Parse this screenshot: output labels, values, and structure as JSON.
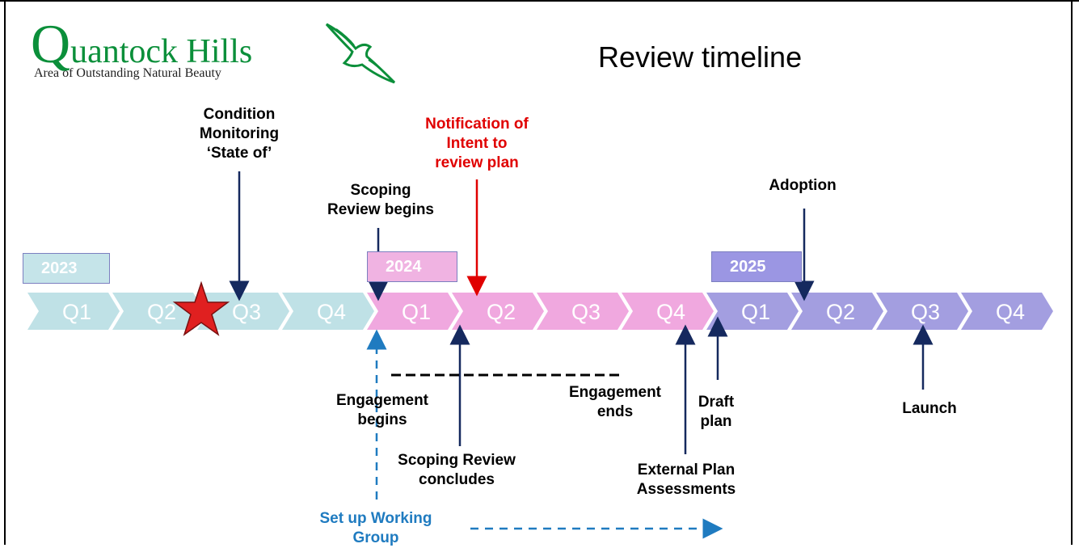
{
  "header": {
    "logo": {
      "name": "Quantock Hills",
      "tagline": "Area of Outstanding Natural Beauty"
    },
    "title": "Review timeline"
  },
  "timeline": {
    "years": [
      {
        "label": "2023",
        "color": "#c5e4e9",
        "border": "#7c7fc0"
      },
      {
        "label": "2024",
        "color": "#f0b3e2",
        "border": "#7c7fc0"
      },
      {
        "label": "2025",
        "color": "#9b96e3",
        "border": "#7c7fc0"
      }
    ],
    "quarters": [
      "Q1",
      "Q2",
      "Q3",
      "Q4",
      "Q1",
      "Q2",
      "Q3",
      "Q4",
      "Q1",
      "Q2",
      "Q3",
      "Q4"
    ],
    "quarter_colors": [
      "#bfe1e6",
      "#bfe1e6",
      "#bfe1e6",
      "#bfe1e6",
      "#f0a8df",
      "#f0a8df",
      "#f0a8df",
      "#f0a8df",
      "#a39ee0",
      "#a39ee0",
      "#a39ee0",
      "#a39ee0"
    ]
  },
  "milestones": {
    "condition_monitoring": "Condition\nMonitoring\n‘State of’",
    "notification": "Notification of\nIntent to\nreview plan",
    "scoping_begins": "Scoping\nReview begins",
    "adoption": "Adoption",
    "engagement_begins": "Engagement\nbegins",
    "engagement_ends": "Engagement\nends",
    "draft_plan": "Draft\nplan",
    "launch": "Launch",
    "scoping_concludes": "Scoping Review\nconcludes",
    "external_assessments": "External Plan\nAssessments",
    "working_group": "Set up Working\nGroup"
  },
  "colors": {
    "arrow": "#15295e",
    "red_arrow": "#e00000",
    "blue_dashed": "#1f7bc0",
    "star": "#e02020"
  }
}
